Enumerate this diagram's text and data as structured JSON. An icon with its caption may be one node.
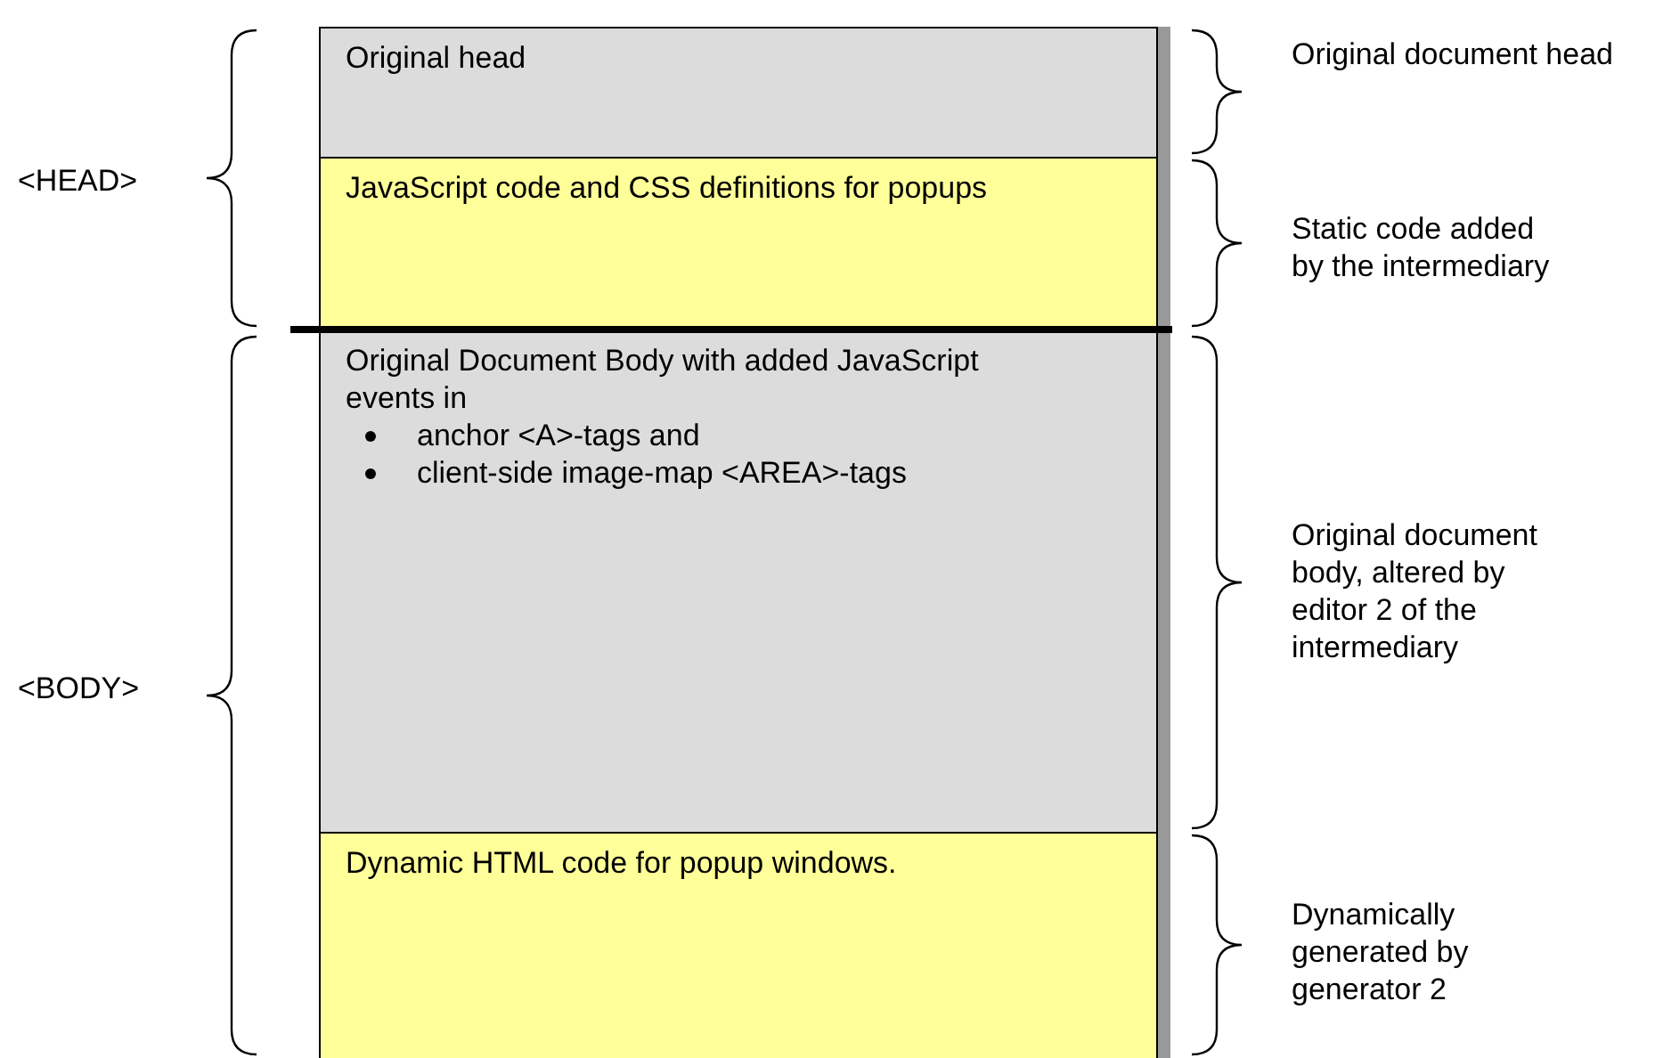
{
  "diagram": {
    "nodes": [
      {
        "text": [
          "Original head"
        ]
      },
      {
        "text": [
          "JavaScript code and CSS definitions for popups"
        ]
      },
      {
        "text": [
          "Original Document Body with added JavaScript events in",
          "anchor <A>-tags and",
          "client-side image-map <AREA>-tags"
        ]
      },
      {
        "text": [
          "Dynamic HTML code for popup windows."
        ]
      }
    ],
    "edges": [],
    "labels": [
      "Original document head",
      "<HEAD>",
      "Static code added by the intermediary",
      "<BODY>",
      "Original document body, altered by editor 2 of the intermediary",
      "Dynamically generated by generator 2"
    ]
  }
}
